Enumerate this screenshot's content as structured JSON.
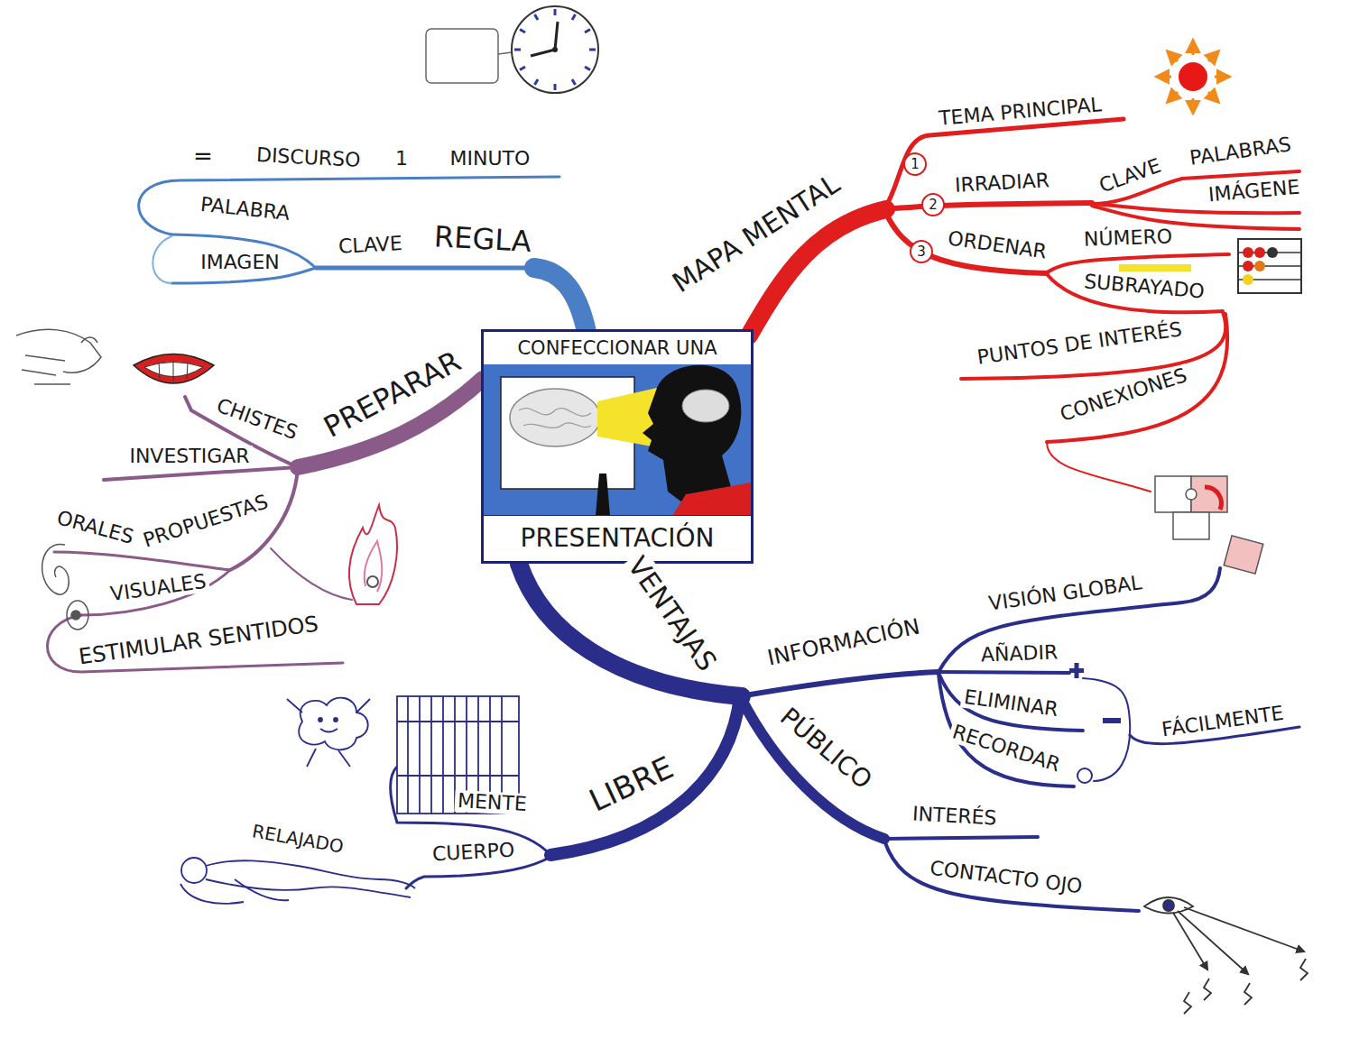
{
  "diagram": {
    "nodes": [
      {
        "text": [
          "CONFECCIONAR UNA",
          "PRESENTACIÓN"
        ]
      },
      {
        "text": [
          "1"
        ]
      },
      {
        "text": [
          "2"
        ]
      },
      {
        "text": [
          "3"
        ]
      }
    ],
    "labels": [
      "=",
      "DISCURSO",
      "1",
      "MINUTO",
      "PALABRA",
      "IMAGEN",
      "CLAVE",
      "REGLA",
      "MAPA MENTAL",
      "TEMA PRINCIPAL",
      "IRRADIAR",
      "CLAVE",
      "PALABRAS",
      "IMÁGENE",
      "ORDENAR",
      "NÚMERO",
      "SUBRAYADO",
      "PUNTOS DE INTERÉS",
      "CONEXIONES",
      "PREPARAR",
      "CHISTES",
      "INVESTIGAR",
      "ORALES",
      "PROPUESTAS",
      "VISUALES",
      "ESTIMULAR SENTIDOS",
      "VENTAJAS",
      "INFORMACIÓN",
      "VISIÓN GLOBAL",
      "AÑADIR",
      "ELIMINAR",
      "RECORDAR",
      "FÁCILMENTE",
      "PÚBLICO",
      "INTERÉS",
      "CONTACTO OJO",
      "LIBRE",
      "MENTE",
      "CUERPO",
      "RELAJADO"
    ]
  }
}
